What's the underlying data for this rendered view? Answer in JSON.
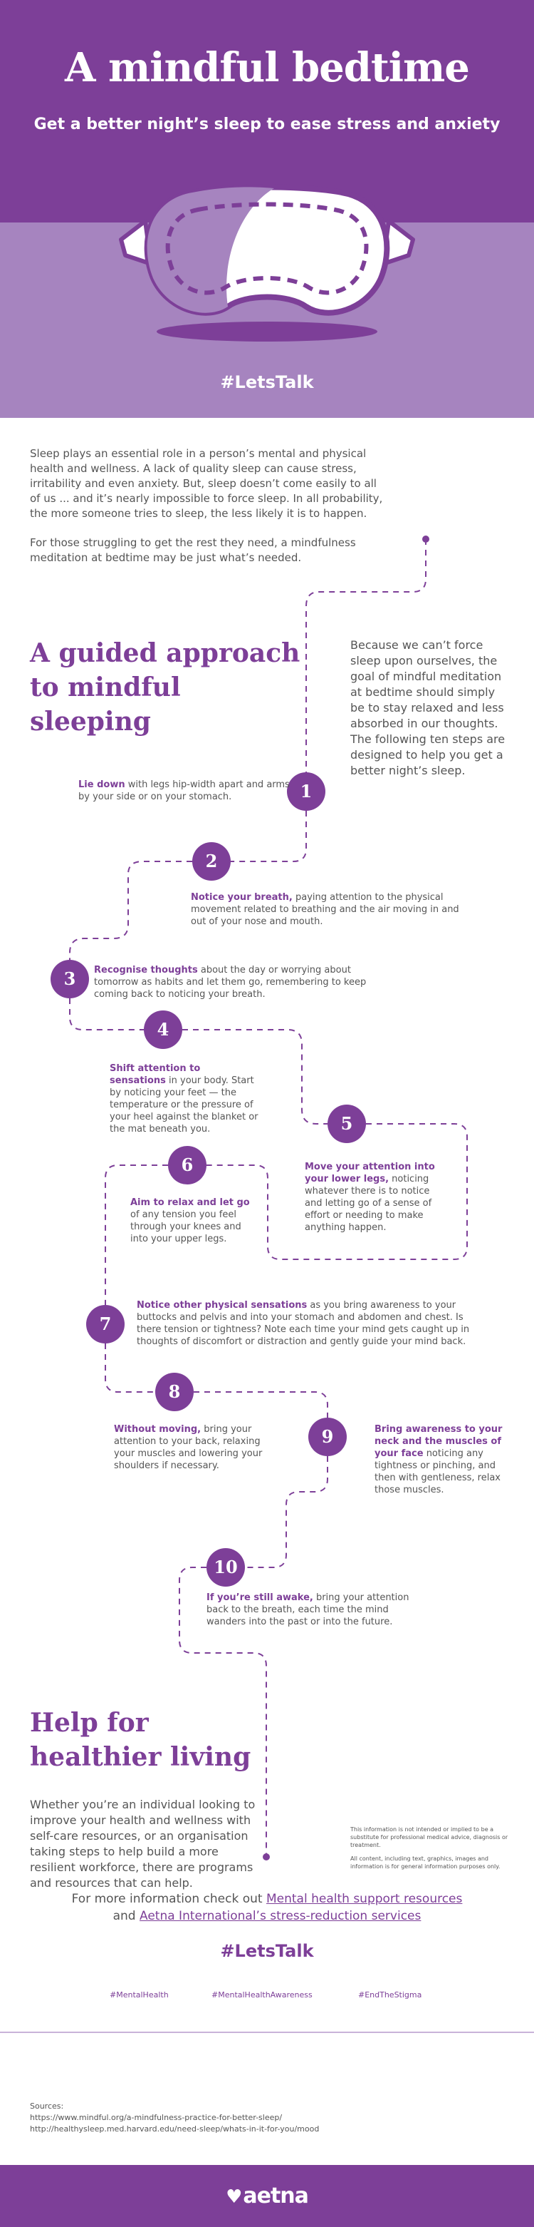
{
  "header": {
    "title": "A mindful bedtime",
    "subtitle": "Get a better night’s sleep to ease stress and anxiety",
    "hashtag": "#LetsTalk"
  },
  "intro": {
    "p1": "Sleep plays an essential role in a person’s mental and physical health and wellness. A lack of quality sleep can cause stress, irritability and even anxiety. But, sleep doesn’t come easily to all of us ... and it’s nearly impossible to force sleep. In all probability, the more someone tries to sleep, the less likely it is to happen.",
    "p2": "For those struggling to get the rest they need, a mindfulness meditation at bedtime may be just what’s needed."
  },
  "guide": {
    "heading": "A guided approach to mindful sleeping",
    "aside": "Because we can’t force sleep upon ourselves, the goal of mindful meditation at bedtime should simply be to stay relaxed and less absorbed in our thoughts. The following ten steps are designed to help you get a better night’s sleep."
  },
  "steps": [
    {
      "num": "1",
      "lead": "Lie down",
      "text": " with legs hip-width apart and arms by your side or on your stomach."
    },
    {
      "num": "2",
      "lead": "Notice your breath,",
      "text": " paying attention to the physical movement related to breathing and the air moving in and out of your nose and mouth."
    },
    {
      "num": "3",
      "lead": "Recognise thoughts",
      "text": " about the day or worrying about tomorrow as habits and let them go, remembering to keep coming back to noticing your breath."
    },
    {
      "num": "4",
      "lead": "Shift attention to sensations",
      "text": " in your body. Start by noticing your feet — the temperature or the pressure of your heel against the blanket or the mat beneath you."
    },
    {
      "num": "5",
      "lead": "Move your attention into your lower legs,",
      "text": " noticing whatever there is to notice and letting go of a sense of effort or needing to make anything happen."
    },
    {
      "num": "6",
      "lead": "Aim to relax and let go",
      "text": " of any tension you feel through your knees and into your upper legs."
    },
    {
      "num": "7",
      "lead": "Notice other physical sensations",
      "text": " as you bring awareness to your buttocks and pelvis and into your stomach and abdomen and chest. Is there tension or tightness? Note each time your mind gets caught up in thoughts of discomfort or distraction and gently guide your mind back."
    },
    {
      "num": "8",
      "lead": "Without moving,",
      "text": " bring your attention to your back, relaxing your muscles and lowering your shoulders if necessary."
    },
    {
      "num": "9",
      "lead": "Bring awareness to your neck and the muscles of your face",
      "text": " noticing any tightness or pinching, and then with gentleness, relax those muscles."
    },
    {
      "num": "10",
      "lead": "If you’re still awake,",
      "text": " bring your attention back to the breath, each time the mind wanders into the past or into the future."
    }
  ],
  "help": {
    "heading": "Help for healthier living",
    "text": "Whether you’re an individual looking to improve your health and wellness with self-care resources, or an organisation taking steps to help build a more resilient workforce, there are programs and resources that can help.",
    "disclaimer1": "This information is not intended or implied to be a substitute for professional medical advice, diagnosis or treatment.",
    "disclaimer2": "All content, including text, graphics, images and information is for general information purposes only."
  },
  "more_info": {
    "prefix": "For more information check out ",
    "link1": "Mental health support resources",
    "joiner": "and ",
    "link2": "Aetna International’s stress-reduction services"
  },
  "hashtags": {
    "main": "#LetsTalk",
    "tag1": "#MentalHealth",
    "tag2": "#MentalHealthAwareness",
    "tag3": "#EndTheStigma"
  },
  "sources": {
    "label": "Sources:",
    "s1": "https://www.mindful.org/a-mindfulness-practice-for-better-sleep/",
    "s2": "http://healthysleep.med.harvard.edu/need-sleep/whats-in-it-for-you/mood"
  },
  "footer": {
    "logo": "aetna",
    "logo_icon": "heart-icon"
  },
  "colors": {
    "purple": "#7d3f98",
    "lavender": "#a684bf",
    "text": "#555555"
  }
}
